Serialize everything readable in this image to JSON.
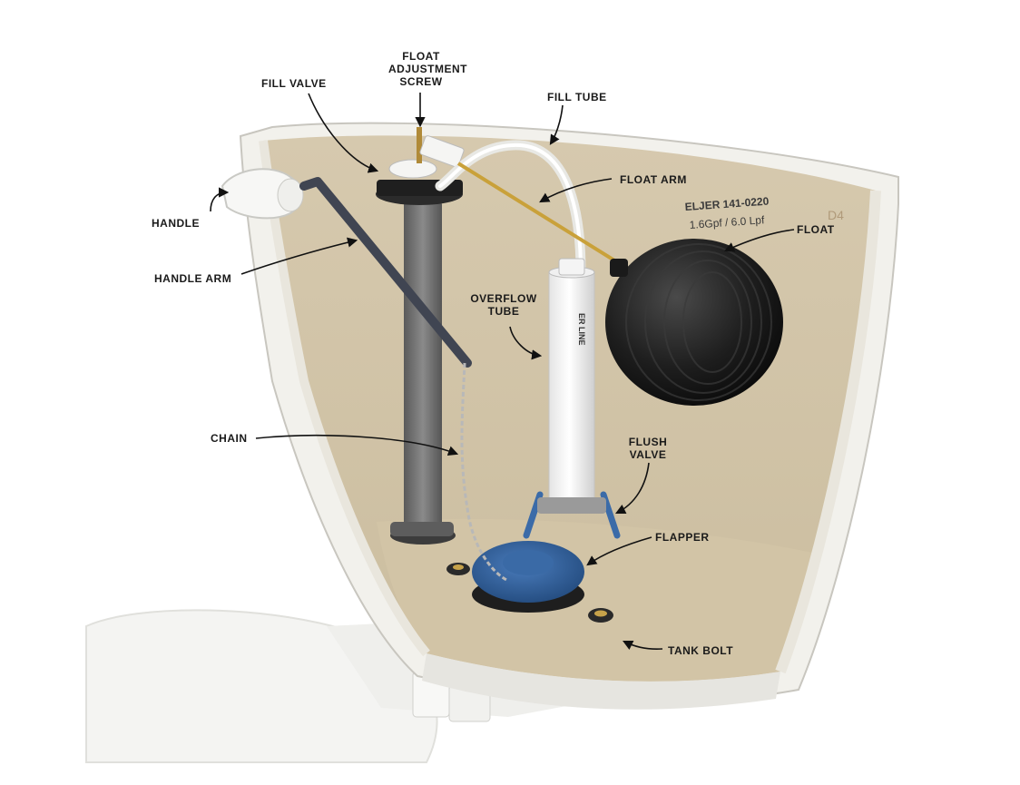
{
  "labels": {
    "float_adjustment_screw": [
      "FLOAT",
      "ADJUSTMENT",
      "SCREW"
    ],
    "fill_valve": "FILL VALVE",
    "fill_tube": "FILL TUBE",
    "float_arm": "FLOAT ARM",
    "float": "FLOAT",
    "handle": "HANDLE",
    "handle_arm": "HANDLE ARM",
    "overflow_tube": [
      "OVERFLOW",
      "TUBE"
    ],
    "chain": "CHAIN",
    "flush_valve": [
      "FLUSH",
      "VALVE"
    ],
    "flapper": "FLAPPER",
    "tank_bolt": "TANK BOLT"
  },
  "tank_markings": {
    "model": "ELJER 141-0220",
    "flow": "1.6Gpf / 6.0 Lpf",
    "code": "D4",
    "tube_text": "ER LINE"
  },
  "colors": {
    "porcelain": "#f3f2ee",
    "tank_interior": "#d9cdb3",
    "float_ball": "#1c1c1c",
    "fill_valve_shaft": "#6e6e6e",
    "flapper": "#2f5f9a",
    "float_rod": "#c9a13a",
    "arrow": "#111111"
  }
}
